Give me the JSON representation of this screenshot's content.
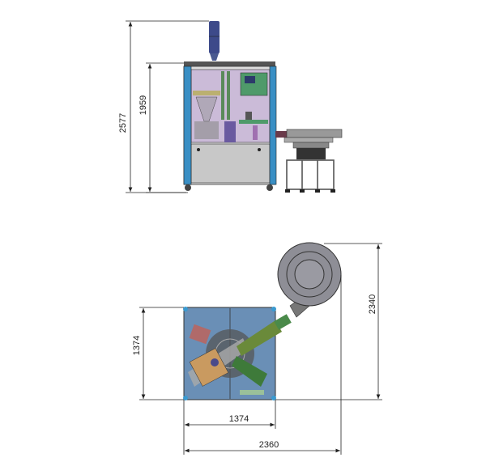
{
  "front_view": {
    "dimensions": {
      "overall_height": "2577",
      "cabinet_height": "1959"
    }
  },
  "top_view": {
    "dimensions": {
      "cabinet_depth": "1374",
      "cabinet_width": "1374",
      "overall_depth": "2340",
      "overall_width": "2360"
    }
  },
  "colors": {
    "pillar_blue": "#3a8fc4",
    "window_lavender": "#cbbbd8",
    "panel_grey": "#c8c8c8",
    "top_plate_blue": "#6a8fb6",
    "beacon_blue": "#3d4a8a"
  }
}
